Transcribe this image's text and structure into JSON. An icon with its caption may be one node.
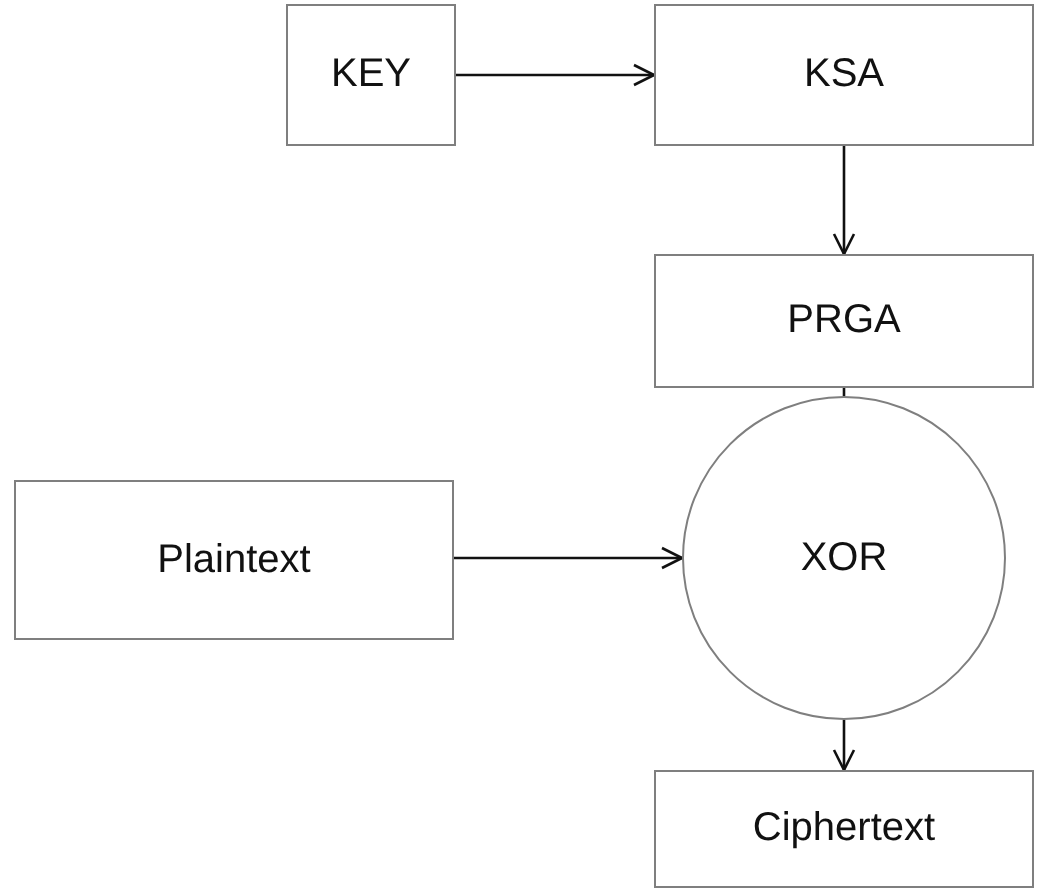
{
  "diagram": {
    "nodes": [
      {
        "text": [
          "KEY"
        ]
      },
      {
        "text": [
          "KSA"
        ]
      },
      {
        "text": [
          "PRGA"
        ]
      },
      {
        "text": [
          "Plaintext"
        ]
      },
      {
        "text": [
          "XOR"
        ]
      },
      {
        "text": [
          "Ciphertext"
        ]
      }
    ],
    "edges": [
      {
        "from": 0,
        "to": 1,
        "arrow": "to"
      },
      {
        "from": 1,
        "to": 2,
        "arrow": "to"
      },
      {
        "from": 2,
        "to": 4,
        "arrow": "none"
      },
      {
        "from": 3,
        "to": 4,
        "arrow": "to"
      },
      {
        "from": 4,
        "to": 5,
        "arrow": "to"
      }
    ]
  }
}
